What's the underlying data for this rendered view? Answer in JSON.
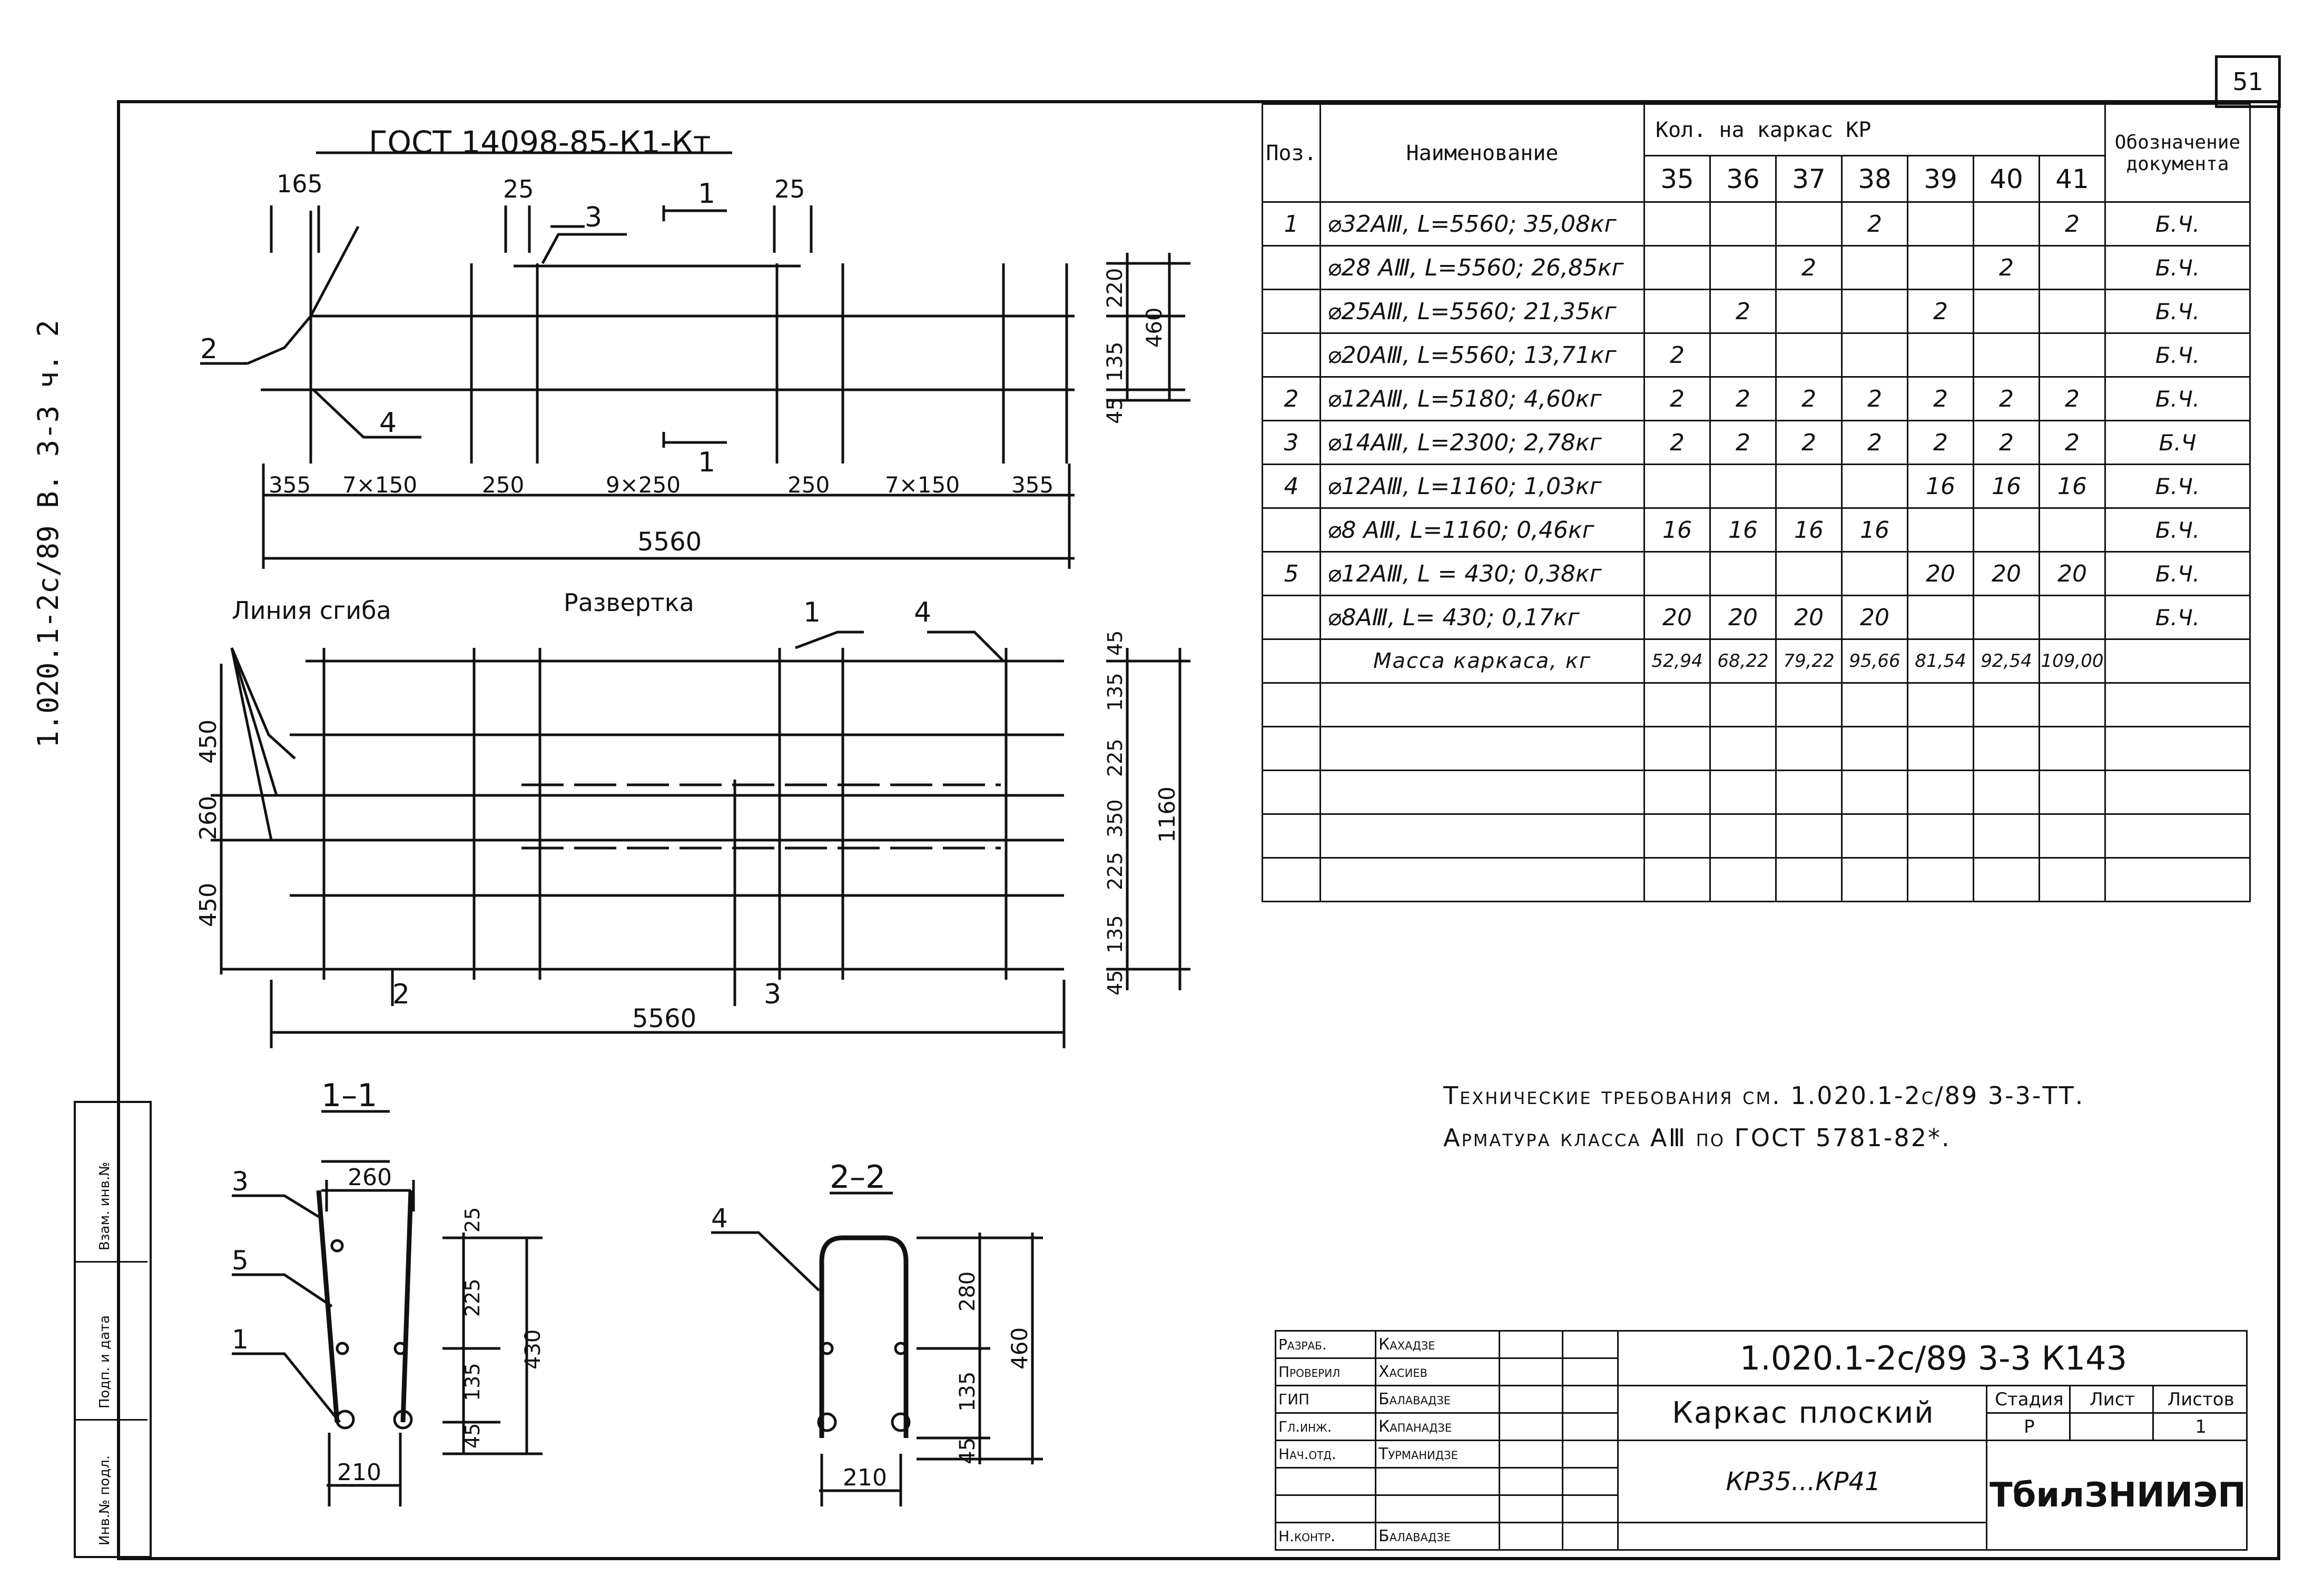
{
  "sheet_number": "51",
  "side_code": "1.020.1-2с/89 В. 3-3 ч. 2",
  "drawing": {
    "gost_label": "ГОСТ 14098-85-К1-Кт",
    "dim_165": "165",
    "dim_25a": "25",
    "dim_25b": "25",
    "section_mark": "1",
    "pos_1": "1",
    "pos_2": "2",
    "pos_3": "3",
    "pos_4": "4",
    "pos_5": "5",
    "dim_220": "220",
    "dim_135": "135",
    "dim_45": "45",
    "dim_460": "460",
    "spacing": [
      "355",
      "7×150",
      "250",
      "9×250",
      "250",
      "7×150",
      "355"
    ],
    "total_length": "5560",
    "bend_line_label": "Линия сгиба",
    "development_label": "Развертка",
    "dev_left_dims": [
      "450",
      "260",
      "450"
    ],
    "dev_right_dims": [
      "45",
      "135",
      "225",
      "350",
      "225",
      "135",
      "45"
    ],
    "dev_total_height": "1160",
    "section_1_title": "1–1",
    "section_2_title": "2–2",
    "s1_width": "260",
    "s1_dims": [
      "25",
      "225",
      "135",
      "45"
    ],
    "s1_total": "430",
    "s1_bottom": "210",
    "s2_dims": [
      "280",
      "135",
      "45"
    ],
    "s2_total": "460",
    "s2_bottom": "210"
  },
  "spec": {
    "headers": {
      "pos": "Поз.",
      "name": "Наименование",
      "qty": "Кол. на каркас КР",
      "doc": "Обозначение документа"
    },
    "frames": [
      "35",
      "36",
      "37",
      "38",
      "39",
      "40",
      "41"
    ],
    "rows": [
      {
        "pos": "1",
        "name": "⌀32АⅢ, L=5560;  35,08кг",
        "q": [
          "",
          "",
          "",
          "2",
          "",
          "",
          "2"
        ],
        "doc": "Б.Ч."
      },
      {
        "pos": "",
        "name": "⌀28 АⅢ,  L=5560;  26,85кг",
        "q": [
          "",
          "",
          "2",
          "",
          "",
          "2",
          ""
        ],
        "doc": "Б.Ч."
      },
      {
        "pos": "",
        "name": "⌀25АⅢ,  L=5560;  21,35кг",
        "q": [
          "",
          "2",
          "",
          "",
          "2",
          "",
          ""
        ],
        "doc": "Б.Ч."
      },
      {
        "pos": "",
        "name": "⌀20АⅢ,  L=5560;  13,71кг",
        "q": [
          "2",
          "",
          "",
          "",
          "",
          "",
          ""
        ],
        "doc": "Б.Ч."
      },
      {
        "pos": "2",
        "name": "⌀12АⅢ,  L=5180;   4,60кг",
        "q": [
          "2",
          "2",
          "2",
          "2",
          "2",
          "2",
          "2"
        ],
        "doc": "Б.Ч."
      },
      {
        "pos": "3",
        "name": "⌀14АⅢ,  L=2300;   2,78кг",
        "q": [
          "2",
          "2",
          "2",
          "2",
          "2",
          "2",
          "2"
        ],
        "doc": "Б.Ч"
      },
      {
        "pos": "4",
        "name": "⌀12АⅢ,  L=1160;    1,03кг",
        "q": [
          "",
          "",
          "",
          "",
          "16",
          "16",
          "16"
        ],
        "doc": "Б.Ч."
      },
      {
        "pos": "",
        "name": "⌀8 АⅢ,  L=1160;    0,46кг",
        "q": [
          "16",
          "16",
          "16",
          "16",
          "",
          "",
          ""
        ],
        "doc": "Б.Ч."
      },
      {
        "pos": "5",
        "name": "⌀12АⅢ,  L = 430;   0,38кг",
        "q": [
          "",
          "",
          "",
          "",
          "20",
          "20",
          "20"
        ],
        "doc": "Б.Ч."
      },
      {
        "pos": "",
        "name": "⌀8АⅢ,  L= 430;    0,17кг",
        "q": [
          "20",
          "20",
          "20",
          "20",
          "",
          "",
          ""
        ],
        "doc": "Б.Ч."
      }
    ],
    "total_label": "Масса каркаса, кг",
    "totals": [
      "52,94",
      "68,22",
      "79,22",
      "95,66",
      "81,54",
      "92,54",
      "109,00"
    ]
  },
  "tech_requirements": {
    "line1": "Технические требования см. 1.020.1-2с/89 3-3-ТТ.",
    "line2": "Арматура класса АⅢ по ГОСТ 5781-82*."
  },
  "stamp": {
    "roles": [
      "Разраб.",
      "Проверил",
      "ГИП",
      "Гл.инж.",
      "Нач.отд.",
      "Н.контр."
    ],
    "names": [
      "Кахадзе",
      "Хасиев",
      "Балавадзе",
      "Капанадзе",
      "Турманидзе",
      "Балавадзе"
    ],
    "code": "1.020.1-2с/89 3-3 К143",
    "title": "Каркас плоский",
    "subtitle": "КР35...КР41",
    "stage_label": "Стадия",
    "sheet_label": "Лист",
    "sheets_label": "Листов",
    "stage": "Р",
    "sheet": "",
    "sheets": "1",
    "org": "ТбилЗНИИЭП"
  },
  "left_stamp": {
    "inv": "Инв.№ подл.",
    "sign": "Подп. и дата",
    "inv2": "Взам. инв.№"
  }
}
